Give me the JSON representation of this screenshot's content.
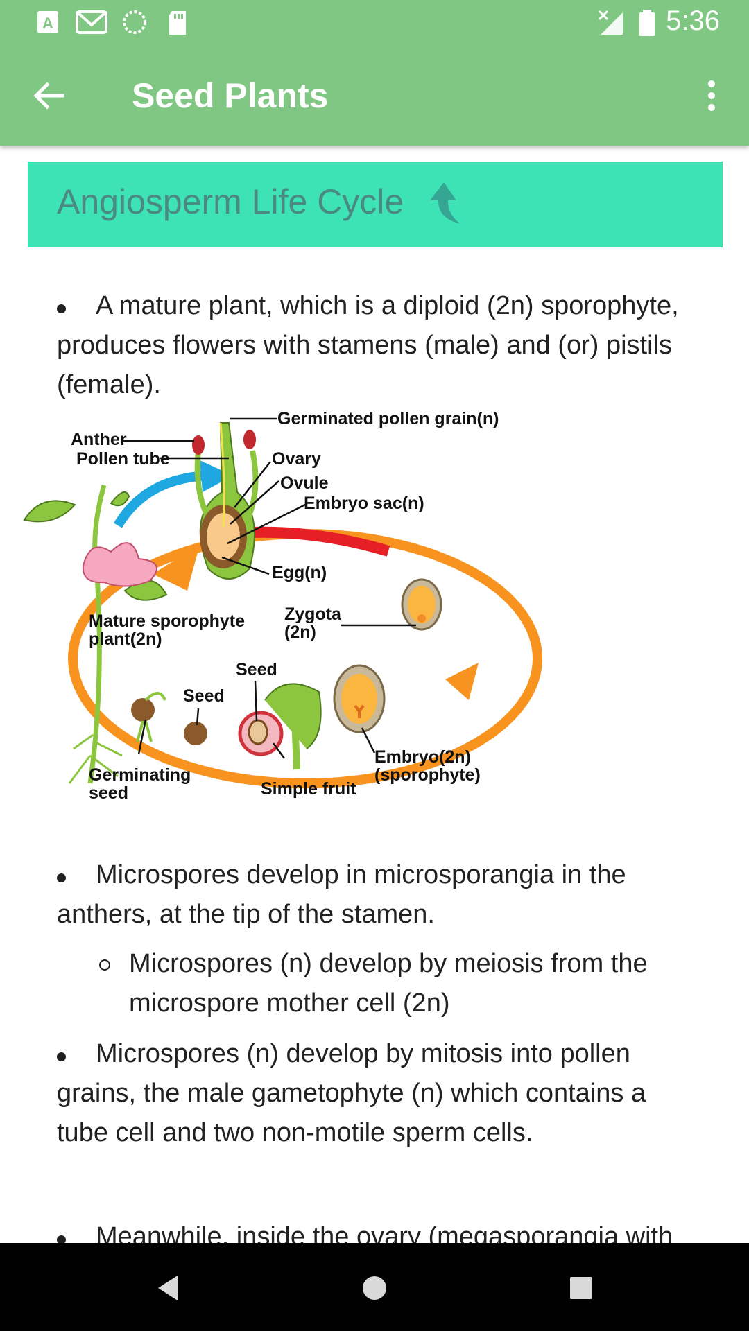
{
  "status_bar": {
    "time": "5:36",
    "icons": [
      "a-badge-icon",
      "gmail-icon",
      "sync-icon",
      "sd-card-icon",
      "signal-off-icon",
      "battery-icon"
    ]
  },
  "app_bar": {
    "title": "Seed Plants",
    "back_icon": "arrow-left-icon",
    "menu_icon": "more-vert-icon"
  },
  "section": {
    "title": "Angiosperm Life Cycle",
    "icon": "up-arrow-icon",
    "bg_color": "#3de3b4",
    "title_color": "#4a8a80"
  },
  "bullets": {
    "b1": "A mature plant, which is a diploid (2n) sporophyte, produces flowers with stamens (male) and (or) pistils (female).",
    "b2": "Microspores develop in microsporangia in the anthers, at the tip of the stamen.",
    "b2_sub": "Microspores (n) develop by meiosis from the microspore mother cell (2n)",
    "b3": "Microspores (n) develop by mitosis into pollen grains, the male gametophyte (n) which contains a tube cell and two non-motile sperm cells.",
    "b4": "Meanwhile, inside the ovary (megasporangia with"
  },
  "diagram": {
    "labels": {
      "germinated_pollen": "Germinated pollen grain(n)",
      "anther": "Anther",
      "pollen_tube": "Pollen tube",
      "ovary": "Ovary",
      "ovule": "Ovule",
      "embryo_sac": "Embryo sac(n)",
      "egg": "Egg(n)",
      "zygota_1": "Zygota",
      "zygota_2": "(2n)",
      "mature_1": "Mature sporophyte",
      "mature_2": "plant(2n)",
      "seed_top": "Seed",
      "seed_left": "Seed",
      "embryo_1": "Embryo(2n)",
      "embryo_2": "(sporophyte)",
      "germinating_1": "Germinating",
      "germinating_2": "seed",
      "simple_fruit": "Simple fruit"
    }
  },
  "nav_bar": {
    "back": "nav-back-icon",
    "home": "nav-home-icon",
    "recents": "nav-recents-icon"
  },
  "colors": {
    "status_bar": "#81c784",
    "app_bar": "#81c784",
    "nav_bar": "#000000"
  }
}
